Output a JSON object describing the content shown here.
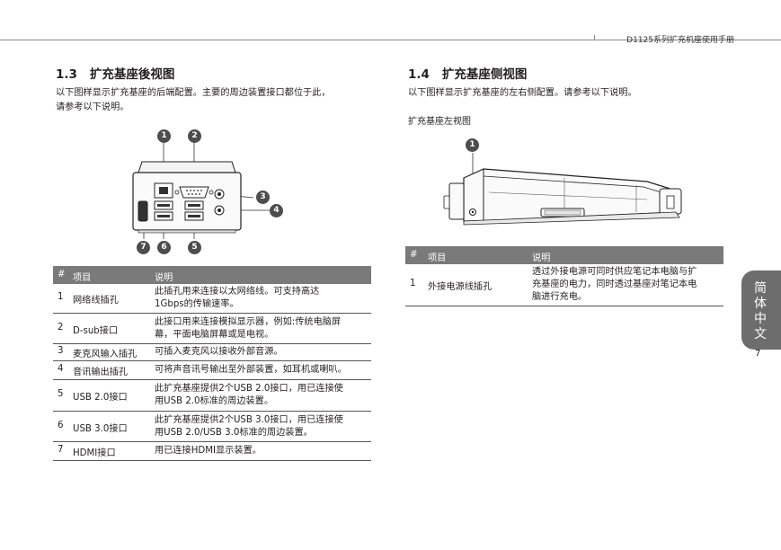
{
  "header": {
    "title": "D1125系列扩充机座使用手册"
  },
  "left": {
    "section_number": "1.3",
    "section_title": "扩充基座後视图",
    "intro_line1": "以下图样显示扩充基座的后端配置。主要的周边装置接口都位于此，",
    "intro_line2": "请参考以下说明。",
    "callouts": [
      "1",
      "2",
      "3",
      "4",
      "7",
      "6",
      "5"
    ],
    "table": {
      "headers": {
        "num": "#",
        "item": "项目",
        "desc": "说明"
      },
      "rows": [
        {
          "num": "1",
          "item": "网络线插孔",
          "desc1": "此插孔用来连接以太网络线。可支持高达",
          "desc2": "1Gbps的传输速率。"
        },
        {
          "num": "2",
          "item": "D-sub接口",
          "desc1": "此接口用来连接模拟显示器，例如:传统电脑屏",
          "desc2": "幕，平面电脑屏幕或是电视。"
        },
        {
          "num": "3",
          "item": "麦克风输入插孔",
          "desc1": "可插入麦克风以接收外部音源。",
          "desc2": ""
        },
        {
          "num": "4",
          "item": "音讯输出插孔",
          "desc1": "可将声音讯号输出至外部装置，如耳机或喇叭。",
          "desc2": ""
        },
        {
          "num": "5",
          "item": "USB 2.0接口",
          "desc1": "此扩充基座提供2个USB 2.0接口，用已连接使",
          "desc2": "用USB 2.0标准的周边装置。"
        },
        {
          "num": "6",
          "item": "USB 3.0接口",
          "desc1": "此扩充基座提供2个USB 3.0接口，用已连接使",
          "desc2": "用USB 2.0/USB 3.0标准的周边装置。"
        },
        {
          "num": "7",
          "item": "HDMI接口",
          "desc1": "用已连接HDMI显示装置。",
          "desc2": ""
        }
      ]
    }
  },
  "right": {
    "section_number": "1.4",
    "section_title": "扩充基座侧视图",
    "intro": "以下图样显示扩充基座的左右侧配置。请参考以下说明。",
    "caption": "扩充基座左视图",
    "callout": "1",
    "table": {
      "headers": {
        "num": "#",
        "item": "项目",
        "desc": "说明"
      },
      "rows": [
        {
          "num": "1",
          "item": "外接电源线插孔",
          "desc1": "透过外接电源可同时供应笔记本电脑与扩",
          "desc2": "充基座的电力，同时透过基座对笔记本电",
          "desc3": "脑进行充电。"
        }
      ]
    }
  },
  "side_tab": {
    "line1": "简",
    "line2": "体",
    "line3": "中",
    "line4": "文"
  },
  "page_number": "7"
}
